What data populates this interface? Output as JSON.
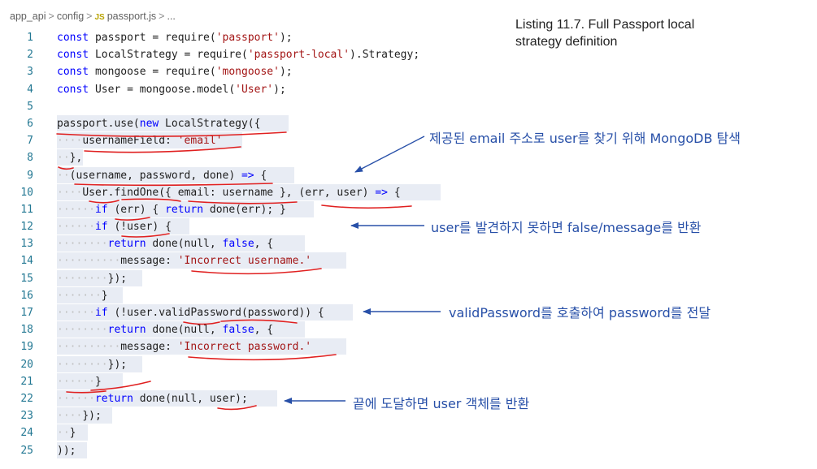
{
  "breadcrumb": {
    "folder1": "app_api",
    "folder2": "config",
    "file_badge": "JS",
    "file": "passport.js",
    "more": "..."
  },
  "listing_title": {
    "line1": "Listing 11.7. Full Passport local",
    "line2": "strategy definition"
  },
  "code_lines": [
    {
      "n": "1",
      "segs": [
        {
          "t": "const",
          "c": "kw"
        },
        {
          "t": " passport = require("
        },
        {
          "t": "'passport'",
          "c": "str"
        },
        {
          "t": ");"
        }
      ]
    },
    {
      "n": "2",
      "segs": [
        {
          "t": "const",
          "c": "kw"
        },
        {
          "t": " LocalStrategy = require("
        },
        {
          "t": "'passport-local'",
          "c": "str"
        },
        {
          "t": ").Strategy;"
        }
      ]
    },
    {
      "n": "3",
      "segs": [
        {
          "t": "const",
          "c": "kw"
        },
        {
          "t": " mongoose = require("
        },
        {
          "t": "'mongoose'",
          "c": "str"
        },
        {
          "t": ");"
        }
      ]
    },
    {
      "n": "4",
      "segs": [
        {
          "t": "const",
          "c": "kw"
        },
        {
          "t": " User = mongoose.model("
        },
        {
          "t": "'User'",
          "c": "str"
        },
        {
          "t": ");"
        }
      ]
    },
    {
      "n": "5",
      "segs": []
    },
    {
      "n": "6",
      "segs": [
        {
          "t": "passport.use("
        },
        {
          "t": "new",
          "c": "kw"
        },
        {
          "t": " LocalStrategy({ "
        }
      ]
    },
    {
      "n": "7",
      "segs": [
        {
          "t": "····",
          "c": "ws"
        },
        {
          "t": "usernameField: "
        },
        {
          "t": "'email'",
          "c": "str"
        },
        {
          "t": " "
        }
      ]
    },
    {
      "n": "8",
      "segs": [
        {
          "t": "··",
          "c": "ws"
        },
        {
          "t": "},"
        }
      ]
    },
    {
      "n": "9",
      "segs": [
        {
          "t": "··",
          "c": "ws"
        },
        {
          "t": "(username, password, done) "
        },
        {
          "t": "=>",
          "c": "kw"
        },
        {
          "t": " {"
        }
      ]
    },
    {
      "n": "10",
      "segs": [
        {
          "t": "····",
          "c": "ws"
        },
        {
          "t": "User.findOne({ email: username }, (err, user) "
        },
        {
          "t": "=>",
          "c": "kw"
        },
        {
          "t": " {"
        }
      ]
    },
    {
      "n": "11",
      "segs": [
        {
          "t": "······",
          "c": "ws"
        },
        {
          "t": "if",
          "c": "kw"
        },
        {
          "t": " (err) { "
        },
        {
          "t": "return",
          "c": "kw"
        },
        {
          "t": " done(err); }"
        }
      ]
    },
    {
      "n": "12",
      "segs": [
        {
          "t": "······",
          "c": "ws"
        },
        {
          "t": "if",
          "c": "kw"
        },
        {
          "t": " (!user) {"
        }
      ]
    },
    {
      "n": "13",
      "segs": [
        {
          "t": "········",
          "c": "ws"
        },
        {
          "t": "return",
          "c": "kw"
        },
        {
          "t": " done(null, "
        },
        {
          "t": "false",
          "c": "kw"
        },
        {
          "t": ", {"
        }
      ]
    },
    {
      "n": "14",
      "segs": [
        {
          "t": "··········",
          "c": "ws"
        },
        {
          "t": "message: "
        },
        {
          "t": "'Incorrect username.'",
          "c": "str"
        },
        {
          "t": " "
        }
      ]
    },
    {
      "n": "15",
      "segs": [
        {
          "t": "········",
          "c": "ws"
        },
        {
          "t": "});"
        }
      ]
    },
    {
      "n": "16",
      "segs": [
        {
          "t": "·······",
          "c": "ws"
        },
        {
          "t": "}"
        }
      ]
    },
    {
      "n": "17",
      "segs": [
        {
          "t": "······",
          "c": "ws"
        },
        {
          "t": "if",
          "c": "kw"
        },
        {
          "t": " (!user.validPassword(password)) {"
        }
      ]
    },
    {
      "n": "18",
      "segs": [
        {
          "t": "········",
          "c": "ws"
        },
        {
          "t": "return",
          "c": "kw"
        },
        {
          "t": " done(null, "
        },
        {
          "t": "false",
          "c": "kw"
        },
        {
          "t": ", {"
        }
      ]
    },
    {
      "n": "19",
      "segs": [
        {
          "t": "··········",
          "c": "ws"
        },
        {
          "t": "message: "
        },
        {
          "t": "'Incorrect password.'",
          "c": "str"
        },
        {
          "t": " "
        }
      ]
    },
    {
      "n": "20",
      "segs": [
        {
          "t": "········",
          "c": "ws"
        },
        {
          "t": "});"
        }
      ]
    },
    {
      "n": "21",
      "segs": [
        {
          "t": "······",
          "c": "ws"
        },
        {
          "t": "}"
        }
      ]
    },
    {
      "n": "22",
      "segs": [
        {
          "t": "······",
          "c": "ws"
        },
        {
          "t": "return",
          "c": "kw"
        },
        {
          "t": " done(null, user);"
        }
      ]
    },
    {
      "n": "23",
      "segs": [
        {
          "t": "····",
          "c": "ws"
        },
        {
          "t": "});"
        }
      ]
    },
    {
      "n": "24",
      "segs": [
        {
          "t": "··",
          "c": "ws"
        },
        {
          "t": "}"
        }
      ]
    },
    {
      "n": "25",
      "segs": [
        {
          "t": "));"
        }
      ]
    }
  ],
  "annotations": {
    "email_search": "제공된 email 주소로 user를 찾기 위해 MongoDB 탐색",
    "not_found": "user를 발견하지 못하면 false/message를 반환",
    "validate": "validPassword를 호출하여 password를 전달",
    "return_user": "끝에 도달하면 user 객체를 반환"
  },
  "colors": {
    "keyword": "#0000ff",
    "string": "#a31515",
    "line_number": "#237893",
    "annotation_text": "#2850a8",
    "underline": "#e02020"
  }
}
